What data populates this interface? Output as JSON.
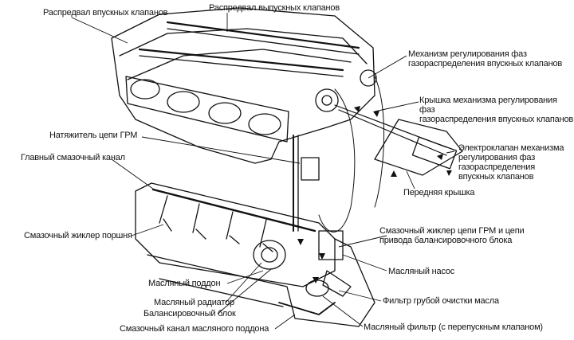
{
  "labels": {
    "intake_camshaft": "Распредвал впускных клапанов",
    "exhaust_camshaft": "Распредвал выпускных клапанов",
    "vvt_mechanism": "Механизм регулирования фаз\nгазораспределения впускных клапанов",
    "vvt_cover": "Крышка механизма регулирования фаз\nгазораспределения впускных клапанов",
    "timing_chain_tensioner": "Натяжитель цепи ГРМ",
    "solenoid_valve": "Электроклапан механизма\nрегулирования фаз\nгазораспределения\nвпускных клапанов",
    "main_oil_gallery": "Главный смазочный канал",
    "front_cover": "Передняя крышка",
    "piston_oil_jet": "Смазочный жиклер поршня",
    "chain_oil_jet": "Смазочный жиклер цепи ГРМ и цепи\nпривода балансировочного блока",
    "oil_pan": "Масляный поддон",
    "oil_pump": "Масляный насос",
    "oil_cooler": "Масляный радиатор",
    "oil_strainer": "Фильтр грубой очистки масла",
    "balancer_unit": "Балансировочный блок",
    "oil_pan_channel": "Смазочный канал масляного поддона",
    "oil_filter": "Масляный фильтр (с перепускным клапаном)"
  }
}
